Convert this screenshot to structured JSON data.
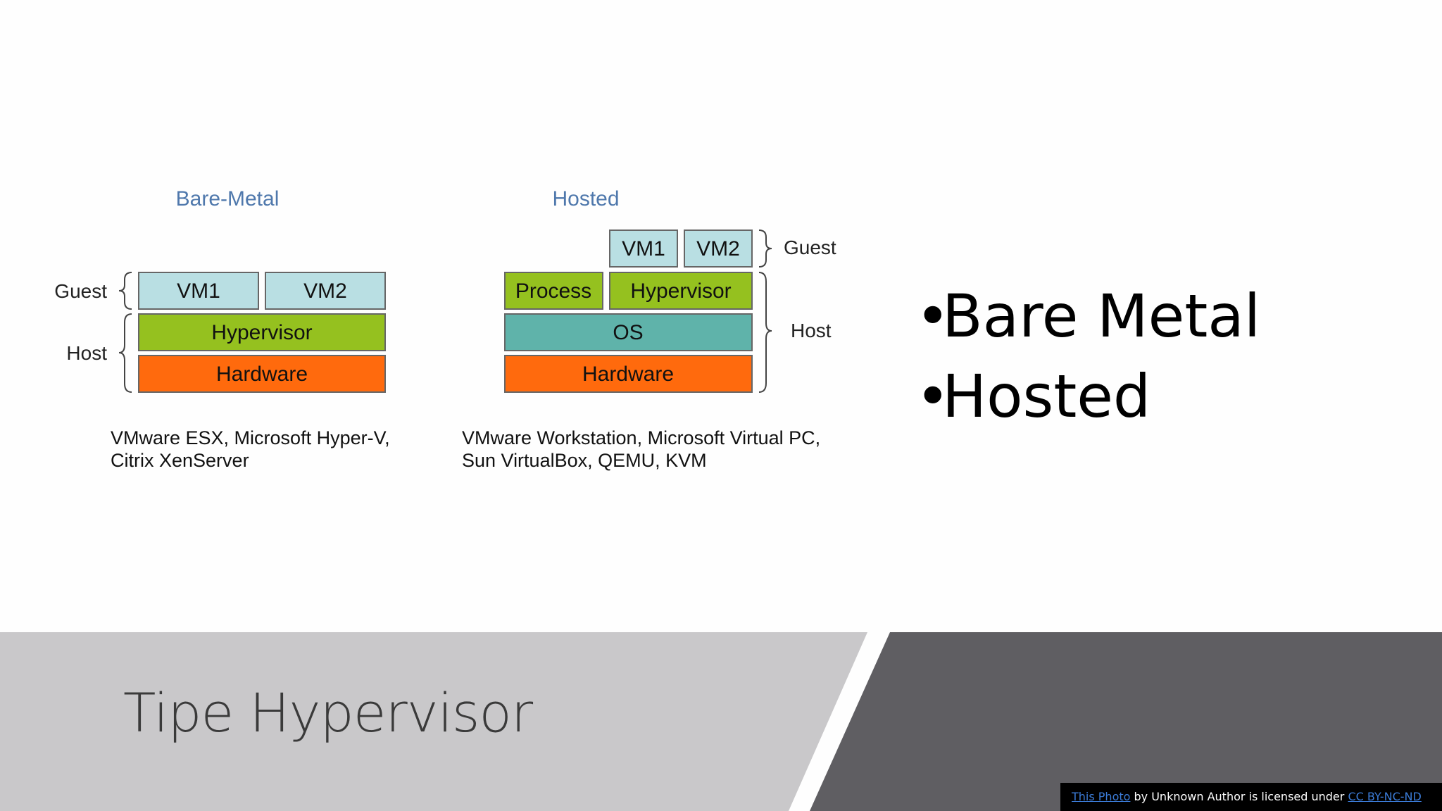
{
  "slide": {
    "title": "Tipe Hypervisor",
    "bullets": [
      "Bare Metal",
      "Hosted"
    ],
    "bullet_glyph": "•"
  },
  "diagram": {
    "bare_metal": {
      "heading": "Bare-Metal",
      "vm1": "VM1",
      "vm2": "VM2",
      "hypervisor": "Hypervisor",
      "hardware": "Hardware",
      "guest_label": "Guest",
      "host_label": "Host",
      "examples_line1": "VMware ESX, Microsoft Hyper-V,",
      "examples_line2": "Citrix XenServer"
    },
    "hosted": {
      "heading": "Hosted",
      "vm1": "VM1",
      "vm2": "VM2",
      "process": "Process",
      "hypervisor": "Hypervisor",
      "os": "OS",
      "hardware": "Hardware",
      "guest_label": "Guest",
      "host_label": "Host",
      "examples_line1": "VMware Workstation, Microsoft Virtual PC,",
      "examples_line2": "Sun VirtualBox, QEMU, KVM"
    },
    "colors": {
      "vm": "#b9dfe3",
      "hypervisor": "#95c11f",
      "hardware": "#ff6a0d",
      "os": "#5fb3aa",
      "heading": "#4f78ac"
    }
  },
  "credit": {
    "link1": "This Photo",
    "middle": " by Unknown Author is licensed under ",
    "link2": "CC BY-NC-ND"
  }
}
